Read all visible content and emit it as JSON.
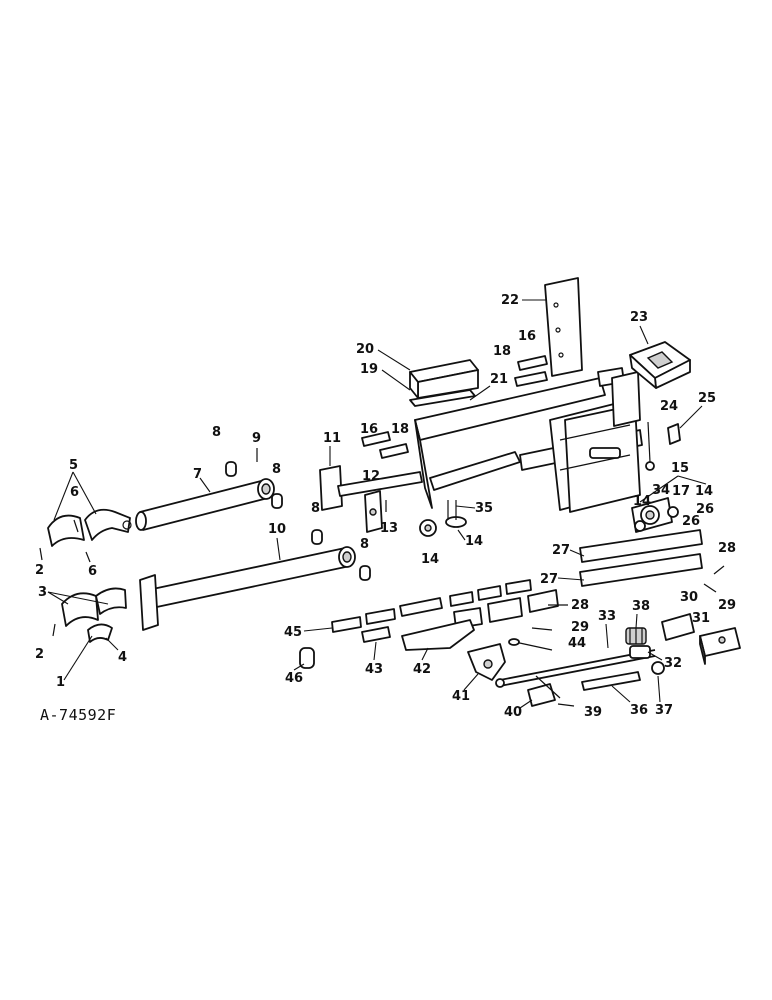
{
  "drawing_number": "A-74592F",
  "part_labels": [
    "1",
    "2",
    "2",
    "3",
    "4",
    "5",
    "6",
    "6",
    "7",
    "8",
    "8",
    "8",
    "8",
    "9",
    "10",
    "11",
    "12",
    "13",
    "14",
    "14",
    "14",
    "14",
    "15",
    "16",
    "16",
    "17",
    "18",
    "18",
    "19",
    "20",
    "21",
    "22",
    "23",
    "24",
    "25",
    "26",
    "26",
    "27",
    "27",
    "28",
    "28",
    "29",
    "29",
    "30",
    "31",
    "32",
    "33",
    "34",
    "35",
    "36",
    "37",
    "38",
    "39",
    "40",
    "41",
    "42",
    "43",
    "44",
    "45",
    "46"
  ]
}
